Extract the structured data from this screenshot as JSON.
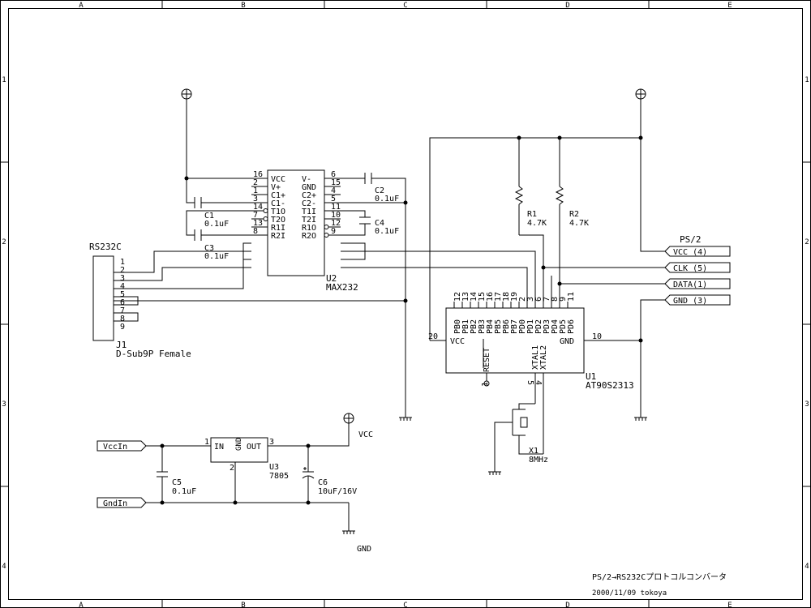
{
  "frame": {
    "cols": [
      "A",
      "B",
      "C",
      "D",
      "E"
    ],
    "rows": [
      "1",
      "2",
      "3",
      "4"
    ]
  },
  "title_block": {
    "title": "PS/2→RS232Cプロトコルコンバータ",
    "date_author": "2000/11/09 tokoya"
  },
  "parts": {
    "u2": {
      "ref": "U2",
      "value": "MAX232",
      "left_pins": [
        {
          "num": "16",
          "name": "VCC"
        },
        {
          "num": "2",
          "name": "V+"
        },
        {
          "num": "1",
          "name": "C1+"
        },
        {
          "num": "3",
          "name": "C1-"
        },
        {
          "num": "14",
          "name": "T1O"
        },
        {
          "num": "7",
          "name": "T2O"
        },
        {
          "num": "13",
          "name": "R1I"
        },
        {
          "num": "8",
          "name": "R2I"
        }
      ],
      "right_pins": [
        {
          "num": "6",
          "name": "V-"
        },
        {
          "num": "15",
          "name": "GND"
        },
        {
          "num": "4",
          "name": "C2+"
        },
        {
          "num": "5",
          "name": "C2-"
        },
        {
          "num": "11",
          "name": "T1I"
        },
        {
          "num": "10",
          "name": "T2I"
        },
        {
          "num": "12",
          "name": "R1O"
        },
        {
          "num": "9",
          "name": "R2O"
        }
      ]
    },
    "u1": {
      "ref": "U1",
      "value": "AT90S2313",
      "top_pins": [
        {
          "num": "12",
          "name": "PB0"
        },
        {
          "num": "13",
          "name": "PB1"
        },
        {
          "num": "14",
          "name": "PB2"
        },
        {
          "num": "15",
          "name": "PB3"
        },
        {
          "num": "16",
          "name": "PB4"
        },
        {
          "num": "17",
          "name": "PB5"
        },
        {
          "num": "18",
          "name": "PB6"
        },
        {
          "num": "19",
          "name": "PB7"
        },
        {
          "num": "2",
          "name": "PD0"
        },
        {
          "num": "3",
          "name": "PD1"
        },
        {
          "num": "6",
          "name": "PD2"
        },
        {
          "num": "7",
          "name": "PD3"
        },
        {
          "num": "8",
          "name": "PD4"
        },
        {
          "num": "9",
          "name": "PD5"
        },
        {
          "num": "11",
          "name": "PD6"
        }
      ],
      "vcc": {
        "num": "20",
        "name": "VCC"
      },
      "gnd": {
        "num": "10",
        "name": "GND"
      },
      "reset": {
        "num": "1",
        "name": "RESET"
      },
      "xtal1": {
        "num": "5",
        "name": "XTAL1"
      },
      "xtal2": {
        "num": "4",
        "name": "XTAL2"
      }
    },
    "u3": {
      "ref": "U3",
      "value": "7805",
      "in": "IN",
      "out": "OUT",
      "gnd": "GND",
      "pin_in": "1",
      "pin_gnd": "2",
      "pin_out": "3"
    },
    "j1": {
      "ref": "J1",
      "value": "D-Sub9P Female",
      "title": "RS232C",
      "pins": [
        "1",
        "2",
        "3",
        "4",
        "5",
        "6",
        "7",
        "8",
        "9"
      ]
    },
    "c1": {
      "ref": "C1",
      "value": "0.1uF"
    },
    "c2": {
      "ref": "C2",
      "value": "0.1uF"
    },
    "c3": {
      "ref": "C3",
      "value": "0.1uF"
    },
    "c4": {
      "ref": "C4",
      "value": "0.1uF"
    },
    "c5": {
      "ref": "C5",
      "value": "0.1uF"
    },
    "c6": {
      "ref": "C6",
      "value": "10uF/16V"
    },
    "r1": {
      "ref": "R1",
      "value": "4.7K"
    },
    "r2": {
      "ref": "R2",
      "value": "4.7K"
    },
    "x1": {
      "ref": "X1",
      "value": "8MHz"
    }
  },
  "ports": {
    "ps2_title": "PS/2",
    "vcc4": "VCC (4)",
    "clk5": "CLK (5)",
    "data1": "DATA(1)",
    "gnd3": "GND (3)",
    "vccin": "VccIn",
    "gndin": "GndIn"
  },
  "net_labels": {
    "vcc": "VCC",
    "gnd": "GND"
  }
}
